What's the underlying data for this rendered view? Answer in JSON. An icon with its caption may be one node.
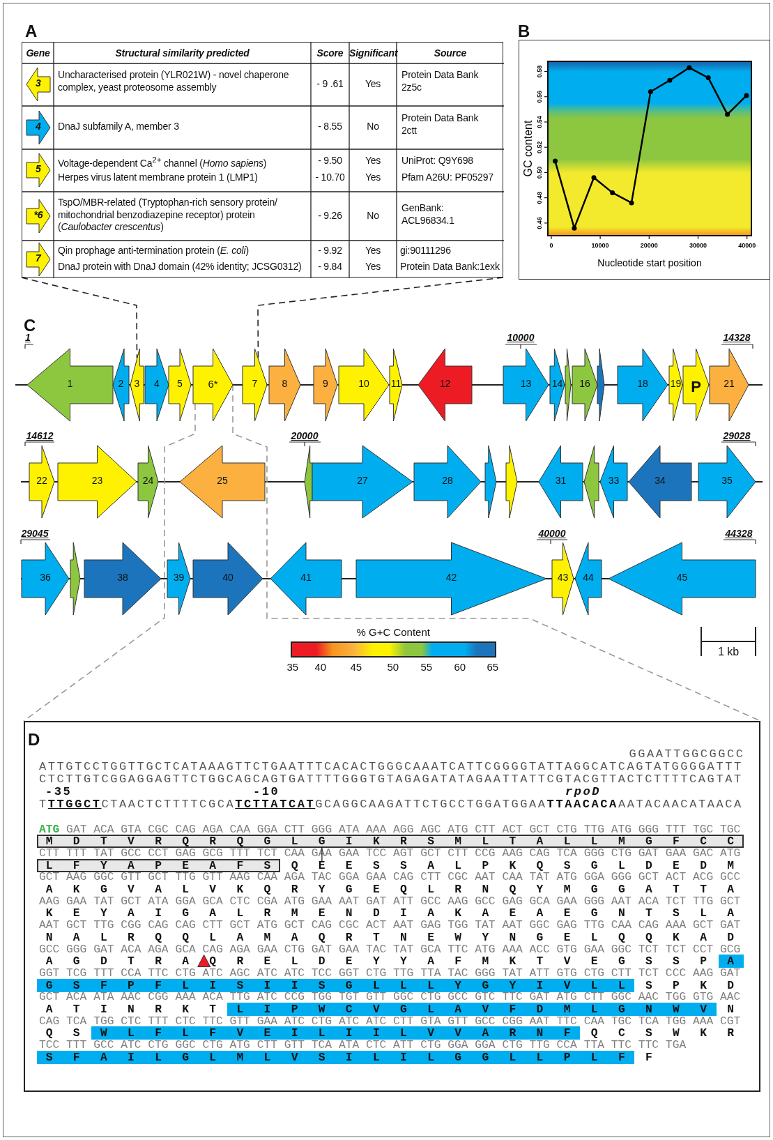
{
  "diagram": {
    "nodes": [
      {
        "text": [],
        "shape": "box"
      },
      {
        "text": [
          "3"
        ],
        "in": 0
      },
      {
        "text": [
          "4"
        ],
        "in": 0
      },
      {
        "text": [
          "5"
        ],
        "in": 0
      },
      {
        "text": [
          "*6"
        ],
        "in": 0
      },
      {
        "text": [
          "7"
        ],
        "in": 0
      },
      {
        "text": [
          "1"
        ]
      },
      {
        "text": [
          "2"
        ]
      },
      {
        "text": [
          "3"
        ]
      },
      {
        "text": [
          "4"
        ]
      },
      {
        "text": [
          "5"
        ]
      },
      {
        "text": [
          "6*"
        ]
      },
      {
        "text": [
          "7"
        ]
      },
      {
        "text": [
          "8"
        ]
      },
      {
        "text": [
          "9"
        ]
      },
      {
        "text": [
          "10"
        ]
      },
      {
        "text": [
          "11"
        ]
      },
      {
        "text": [
          "12"
        ]
      },
      {
        "text": [
          "13"
        ]
      },
      {
        "text": [
          "14"
        ]
      },
      {
        "text": [],
        "shape": "arrow"
      },
      {
        "text": [
          "16"
        ]
      },
      {
        "text": [],
        "shape": "arrow"
      },
      {
        "text": [
          "18"
        ]
      },
      {
        "text": [
          "19"
        ]
      },
      {
        "text": [
          "P"
        ]
      },
      {
        "text": [
          "21"
        ]
      },
      {
        "text": [
          "22"
        ]
      },
      {
        "text": [
          "23"
        ]
      },
      {
        "text": [
          "24"
        ]
      },
      {
        "text": [
          "25"
        ]
      },
      {
        "text": [],
        "shape": "arrow"
      },
      {
        "text": [
          "27"
        ]
      },
      {
        "text": [
          "28"
        ]
      },
      {
        "text": [],
        "shape": "arrow"
      },
      {
        "text": [],
        "shape": "arrow"
      },
      {
        "text": [
          "31"
        ]
      },
      {
        "text": [],
        "shape": "arrow"
      },
      {
        "text": [
          "33"
        ]
      },
      {
        "text": [
          "34"
        ]
      },
      {
        "text": [
          "35"
        ]
      },
      {
        "text": [
          "36"
        ]
      },
      {
        "text": [],
        "shape": "arrow"
      },
      {
        "text": [
          "38"
        ]
      },
      {
        "text": [
          "39"
        ]
      },
      {
        "text": [
          "40"
        ]
      },
      {
        "text": [
          "41"
        ]
      },
      {
        "text": [
          "42"
        ]
      },
      {
        "text": [
          "43"
        ]
      },
      {
        "text": [
          "44"
        ]
      },
      {
        "text": [
          "45"
        ]
      },
      {
        "text": [],
        "shape": "box"
      }
    ],
    "edges": [
      {
        "from": 0,
        "to": 8,
        "arrow": "none",
        "style": "dashed"
      },
      {
        "from": 0,
        "to": 12,
        "arrow": "none",
        "style": "dashed"
      },
      {
        "from": 11,
        "to": 51,
        "arrow": "none",
        "style": "dashed",
        "color": "#999999"
      },
      {
        "from": 11,
        "to": 51,
        "arrow": "none",
        "style": "dashed",
        "color": "#999999"
      }
    ],
    "labels": [
      "A",
      "Gene",
      "Structural similarity predicted",
      "Score",
      "Significant",
      "Source",
      "Uncharacterised protein (YLR021W) - novel chaperone complex, yeast proteosome assembly",
      "- 9 .61",
      "Yes",
      "Protein Data Bank 2z5c",
      "DnaJ subfamily A, member 3",
      "- 8.55",
      "No",
      "Protein Data Bank 2ctt",
      "Voltage-dependent Ca$^{2+}$ channel (*Homo sapiens*)",
      "- 9.50",
      "Yes",
      "UniProt: Q9Y698",
      "Herpes virus latent membrane protein 1 (LMP1)",
      "- 10.70",
      "Yes",
      "Pfam A26U: PF05297",
      "TspO/MBR-related (Tryptophan-rich sensory protein/ mitochondrial benzodiazepine receptor) protein (*Caulobacter crescentus*)",
      "- 9.26",
      "No",
      "GenBank: ACL96834.1",
      "Qin prophage anti-termination protein (*E. coli*)",
      "- 9.92",
      "Yes",
      "gi:90111296",
      "DnaJ protein with DnaJ domain (42% identity; JCSG0312)",
      "- 9.84",
      "Yes",
      "Protein Data Bank:1exk",
      "B",
      "C",
      "1",
      "10000",
      "14328",
      "14612",
      "20000",
      "29028",
      "29045",
      "40000",
      "44328",
      "% G+C Content",
      "35",
      "40",
      "45",
      "50",
      "55",
      "60",
      "65",
      "1 kb",
      "D",
      "GGAATTGGCGGCC",
      "ATTGTCCTGGTTGCTCATAAAGTTCTGAATTTCACACTGGGCAAATCATTCGGGGTATTAGGCATCAGTATGGGGATTT",
      "CTCTTGTCGGAGGAGTTCTGGCAGCAGTGATTTTGGGTGTAGAGATATAGAATTATTCGTACGTTACTCTTTTCAGTAT",
      "-35",
      "-10",
      "rpoD",
      "T**TTGGCT**CTAACTCTTTTCGCA**TCTTATCAT**GCAGGCAAGATTCTGCCTGGATGGAA**TTAACACA**AATACAACATAACA",
      "ATG",
      "GAT ACA GTA CGC CAG AGA CAA GGA CTT GGG ATA AAA AGG AGC ATG CTT ACT GCT CTG TTG ATG GGG TTT TGC TGC",
      "M D T V R Q R Q G L G I K R S M L T A L L M G F C C",
      "CTT TTT TAT GCC CCT GAG GCG TTT TCT CAA GAA GAA TCC AGT GCT CTT CCG AAG CAG TCA GGG CTG GAT GAA GAC ATG",
      "L F Y A P E A F S Q E E S S A L P K Q S G L D E D M",
      "GCT AAG GGC GTT GCT TTG GTT AAG CAA AGA TAC GGA GAA CAG CTT CGC AAT CAA TAT ATG GGA GGG GCT ACT ACG GCC",
      "A K G V A L V K Q R Y G E Q L R N Q Y M G G A T T A",
      "AAG GAA TAT GCT ATA GGA GCA CTC CGA ATG GAA AAT GAT ATT GCC AAG GCC GAG GCA GAA GGG AAT ACA TCT TTG GCT",
      "K E Y A I G A L R M E N D I A K A E A E G N T S L A",
      "AAT GCT TTG CGG CAG CAG CTT GCT ATG GCT CAG CGC ACT AAT GAG TGG TAT AAT GGC GAG TTG CAA CAG AAA GCT GAT",
      "N A L R Q Q L A M A Q R T N E W Y N G E L Q Q K A D",
      "GCC GGG GAT ACA AGA GCA CAG AGA GAA CTG GAT GAA TAC TAT GCA TTC ATG AAA ACC GTG GAA GGC TCT TCT CCT GCG",
      "A G D T R A Q R E L D E Y Y A F M K T V E G S S P A",
      "GGT TCG TTT CCA TTC CTG ATC AGC ATC ATC TCC GGT CTG TTG TTA TAC GGG TAT ATT GTG CTG CTT TCT CCC AAG GAT",
      "G S F P F L I S I I S G L L L Y G Y I V L L S P K D",
      "GCT ACA ATA AAC CGG AAA ACA TTG ATC CCG TGG TGT GTT GGC CTG GCC GTC TTC GAT ATG CTT GGC AAC TGG GTG AAC",
      "A T I N R K T L I P W C V G L A V F D M L G N W V N",
      "CAG TCA TGG CTC TTT CTC TTC GTT GAA ATC CTG ATC ATC CTT GTA GTT GCC CGG AAT TTC CAA TGC TCA TGG AAA CGT",
      "Q S W L F L F V E I L I I L V V A R N F Q C S W K R",
      "TCC TTT GCC ATC CTG GGC CTG ATG CTT GTT TCA ATA CTC ATT CTG GGA GGA CTG TTG CCA TTA TTC TTC TGA",
      "S F A I L G L M L V S I L I L G G L L P L F F"
    ],
    "chart_data": {
      "type": "line",
      "xlabel": "Nucleotide start position",
      "ylabel": "GC content",
      "x": [
        800,
        4700,
        8700,
        12500,
        16400,
        20300,
        24200,
        28200,
        32100,
        36000,
        39900
      ],
      "series": [
        {
          "color": "#000000",
          "marker": "circle",
          "values": [
            0.509,
            0.456,
            0.496,
            0.484,
            0.476,
            0.564,
            0.573,
            0.583,
            0.575,
            0.546,
            0.561
          ]
        }
      ],
      "xlim": [
        -700,
        40900
      ],
      "ylim": [
        0.45,
        0.588
      ],
      "xticks": [
        0,
        10000,
        20000,
        30000,
        40000
      ],
      "yticks": [
        0.46,
        0.48,
        {
          "value": 0.5,
          "label": "0.50"
        },
        0.52,
        0.54,
        0.56,
        0.58
      ]
    }
  }
}
